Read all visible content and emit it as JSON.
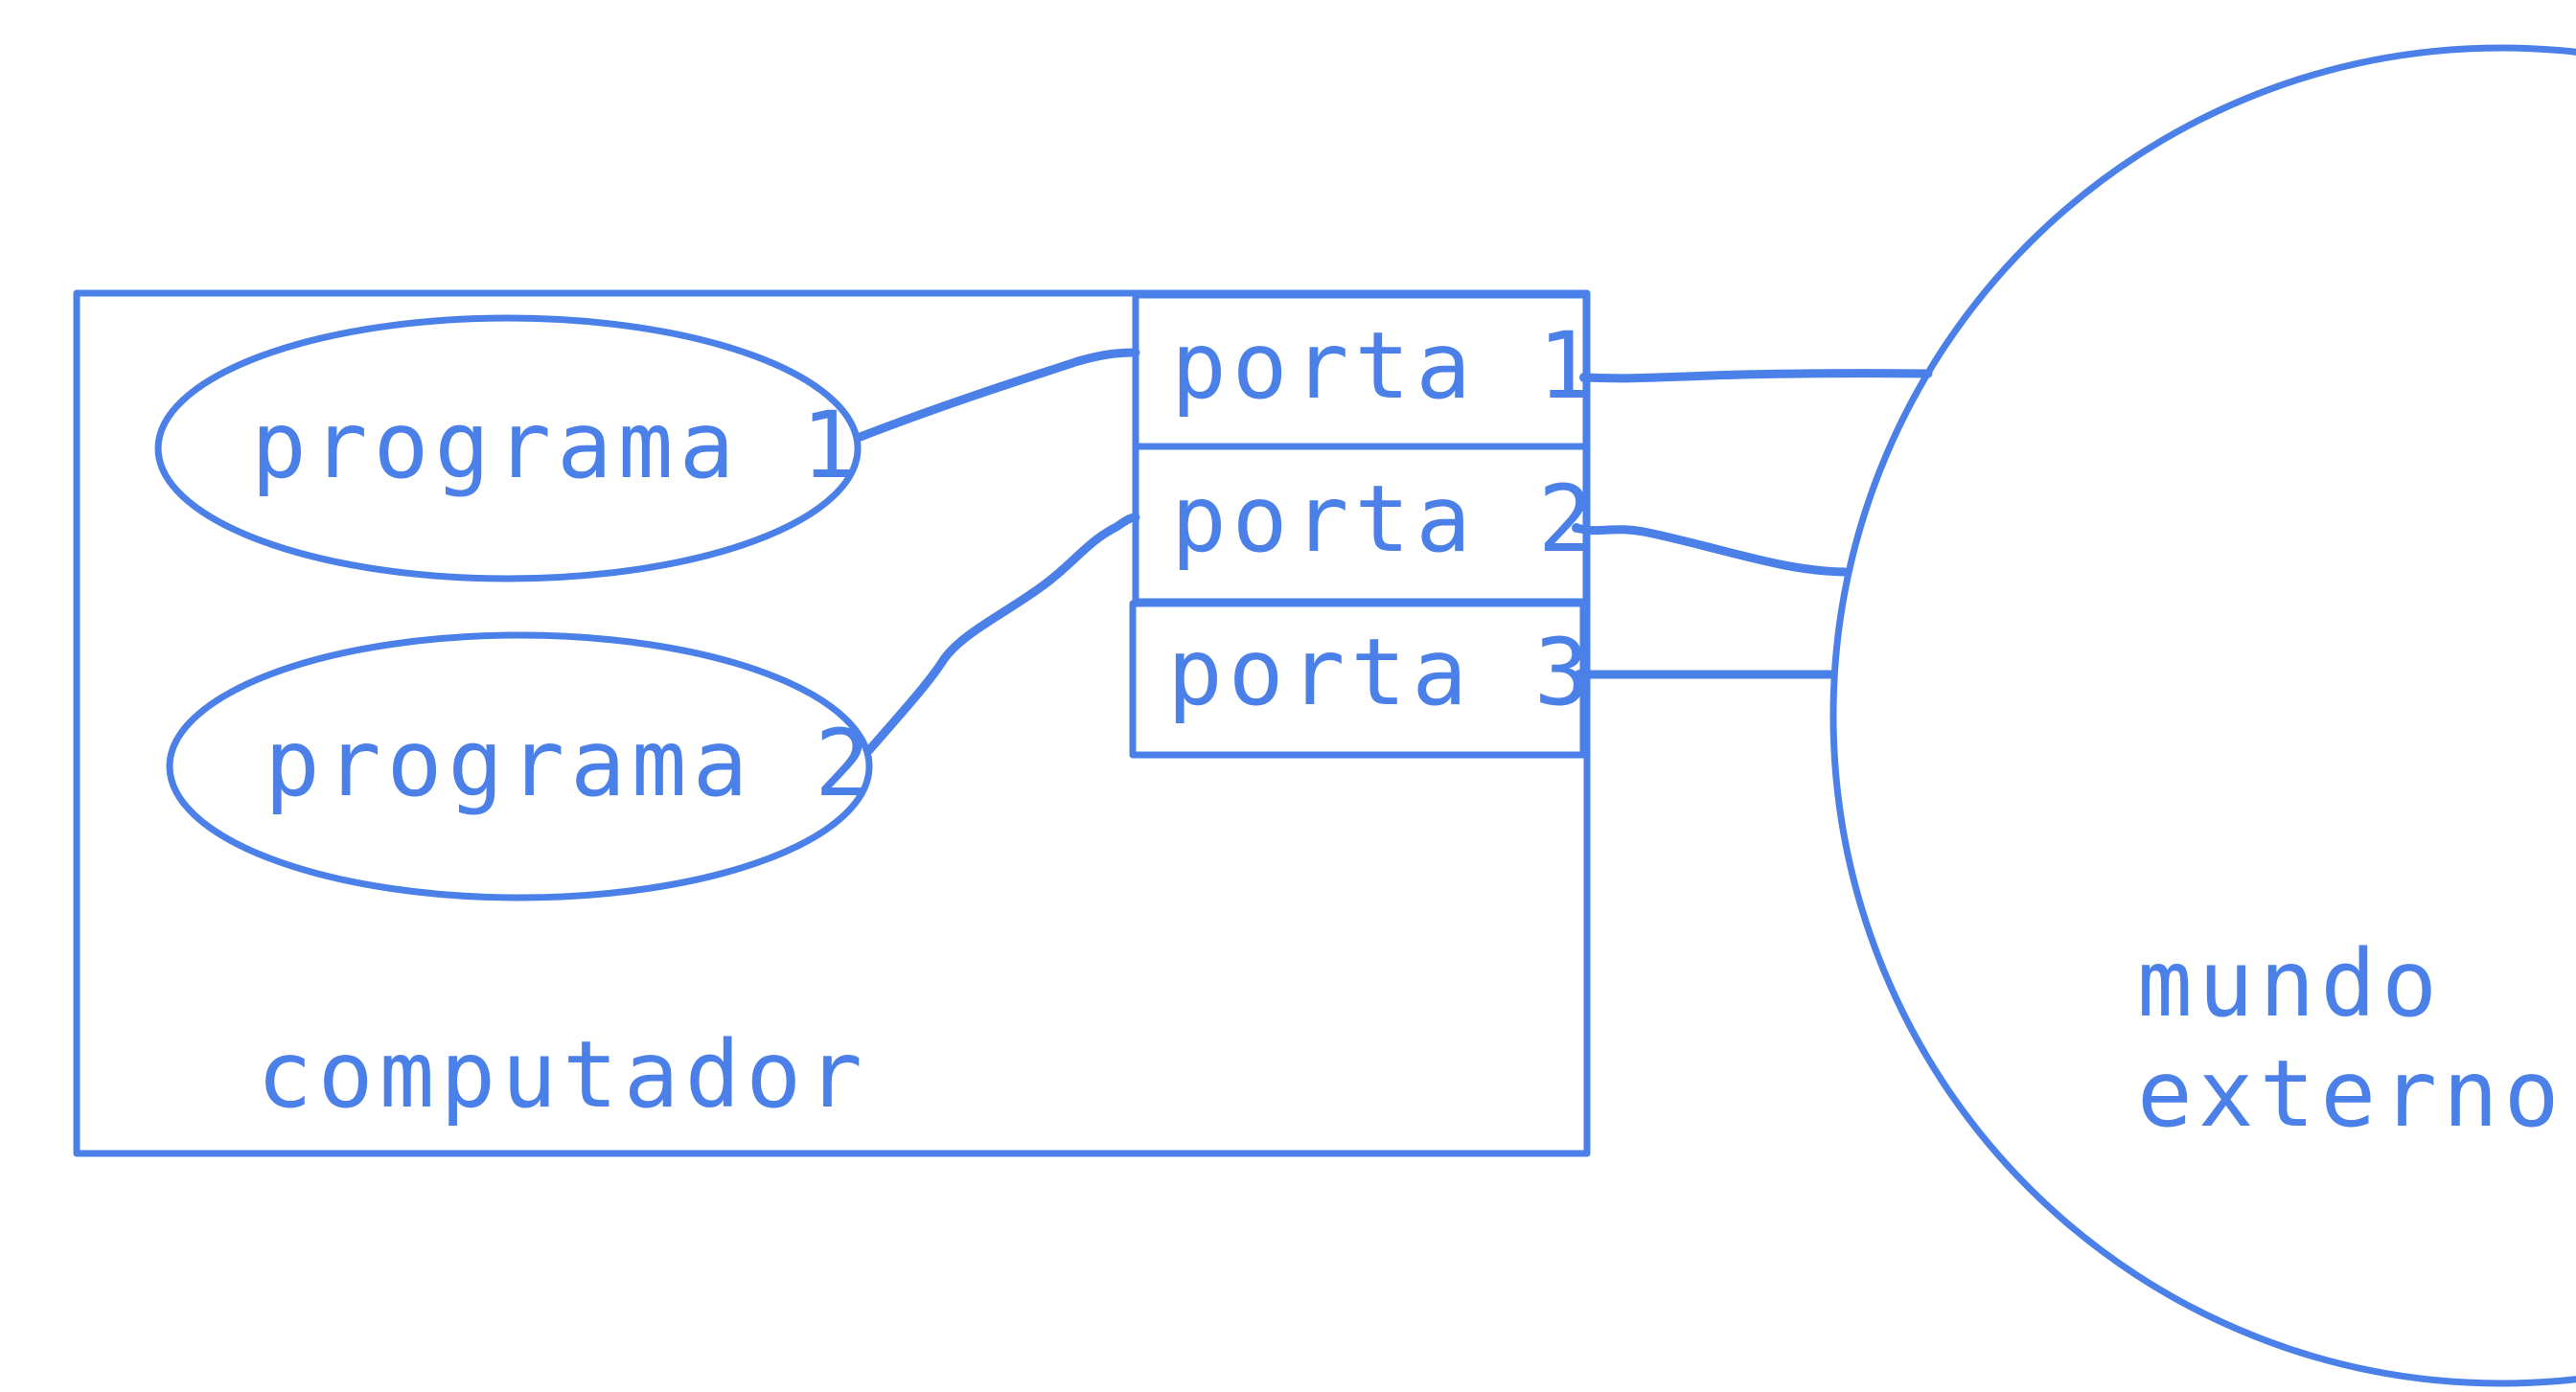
{
  "colors": {
    "stroke": "#4a80e8",
    "background": "#ffffff"
  },
  "computer": {
    "label": "computador",
    "programs": [
      {
        "label": "programa 1"
      },
      {
        "label": "programa 2"
      }
    ],
    "ports": [
      {
        "label": "porta 1"
      },
      {
        "label": "porta 2"
      },
      {
        "label": "porta 3"
      }
    ]
  },
  "external": {
    "label_line1": "mundo",
    "label_line2": "externo"
  },
  "connections": [
    {
      "from": "programa 1",
      "to": "porta 1"
    },
    {
      "from": "programa 2",
      "to": "porta 2"
    },
    {
      "from": "porta 1",
      "to": "mundo externo"
    },
    {
      "from": "porta 2",
      "to": "mundo externo"
    },
    {
      "from": "porta 3",
      "to": "mundo externo"
    }
  ]
}
